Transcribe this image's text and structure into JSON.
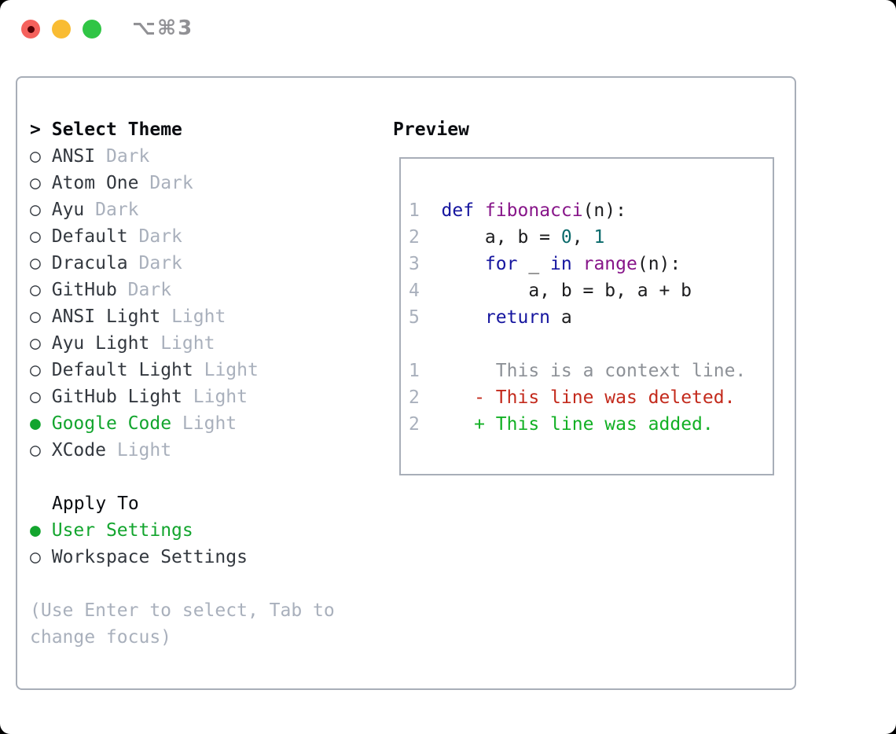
{
  "titlebar": {
    "title": "⌥⌘3",
    "buttons": [
      {
        "name": "close",
        "color": "#f5615c",
        "inner_dot": "#560005"
      },
      {
        "name": "minimize",
        "color": "#f9bc33"
      },
      {
        "name": "zoom",
        "color": "#30c545"
      }
    ]
  },
  "glyphs": {
    "cursor": ">",
    "radio_on": "●",
    "radio_off": "○"
  },
  "theme_panel": {
    "header": "Select Theme",
    "items": [
      {
        "name": "ANSI",
        "tag": "Dark",
        "selected": false
      },
      {
        "name": "Atom One",
        "tag": "Dark",
        "selected": false
      },
      {
        "name": "Ayu",
        "tag": "Dark",
        "selected": false
      },
      {
        "name": "Default",
        "tag": "Dark",
        "selected": false
      },
      {
        "name": "Dracula",
        "tag": "Dark",
        "selected": false
      },
      {
        "name": "GitHub",
        "tag": "Dark",
        "selected": false
      },
      {
        "name": "ANSI Light",
        "tag": "Light",
        "selected": false
      },
      {
        "name": "Ayu Light",
        "tag": "Light",
        "selected": false
      },
      {
        "name": "Default Light",
        "tag": "Light",
        "selected": false
      },
      {
        "name": "GitHub Light",
        "tag": "Light",
        "selected": false
      },
      {
        "name": "Google Code",
        "tag": "Light",
        "selected": true
      },
      {
        "name": "XCode",
        "tag": "Light",
        "selected": false
      }
    ]
  },
  "apply_panel": {
    "header": "Apply To",
    "items": [
      {
        "name": "User Settings",
        "selected": true
      },
      {
        "name": "Workspace Settings",
        "selected": false
      }
    ]
  },
  "hint": "(Use Enter to select, Tab to change focus)",
  "preview": {
    "header": "Preview",
    "code_lines": [
      {
        "num": "1",
        "segments": [
          [
            "def",
            "kw"
          ],
          [
            " ",
            "pl"
          ],
          [
            "fibonacci",
            "fn"
          ],
          [
            "(n):",
            "pl"
          ]
        ]
      },
      {
        "num": "2",
        "segments": [
          [
            "    a, b = ",
            "pl"
          ],
          [
            "0",
            "lit"
          ],
          [
            ", ",
            "pl"
          ],
          [
            "1",
            "lit"
          ]
        ]
      },
      {
        "num": "3",
        "segments": [
          [
            "    ",
            "pl"
          ],
          [
            "for",
            "kw"
          ],
          [
            " _ ",
            "pl"
          ],
          [
            "in",
            "kw"
          ],
          [
            " ",
            "pl"
          ],
          [
            "range",
            "fn"
          ],
          [
            "(n):",
            "pl"
          ]
        ]
      },
      {
        "num": "4",
        "segments": [
          [
            "        a, b = b, a + b",
            "pl"
          ]
        ]
      },
      {
        "num": "5",
        "segments": [
          [
            "    ",
            "pl"
          ],
          [
            "return",
            "kw"
          ],
          [
            " a",
            "pl"
          ]
        ]
      }
    ],
    "diff_lines": [
      {
        "num": "1",
        "sign": " ",
        "text": "This is a context line.",
        "kind": "ctx"
      },
      {
        "num": "2",
        "sign": "-",
        "text": "This line was deleted.",
        "kind": "del"
      },
      {
        "num": "2",
        "sign": "+",
        "text": "This line was added.",
        "kind": "add"
      }
    ]
  },
  "colors": {
    "accent-green": "#13a52e",
    "diff-added": "#12b024",
    "diff-deleted": "#c32a1c",
    "kw": "#15159f",
    "fn": "#871589",
    "lit": "#0a6a6b",
    "plain": "#1c1c1e",
    "muted": "#a9b0bc",
    "context": "#8d9197",
    "item-text": "#33383f",
    "border": "#a8aeb8",
    "header-text": "#0a0c10",
    "title-gray": "#919195"
  }
}
